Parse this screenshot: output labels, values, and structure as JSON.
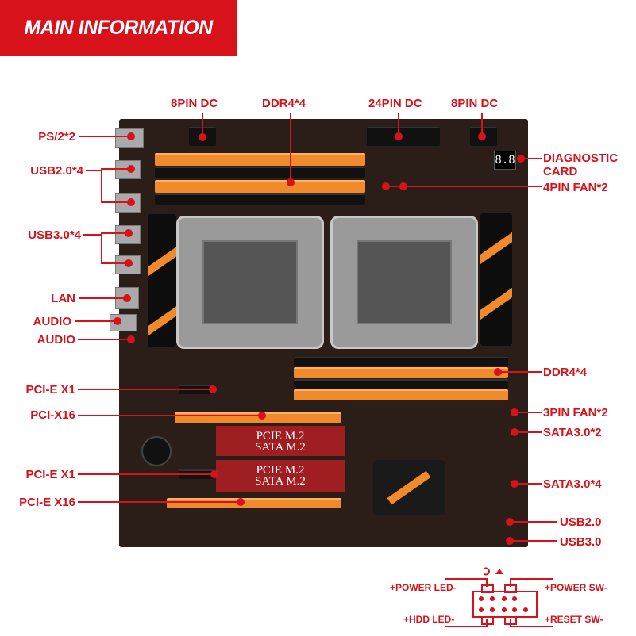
{
  "header": {
    "title": "MAIN INFORMATION"
  },
  "colors": {
    "accent": "#d7121b",
    "board": "#2b1e18",
    "slot_orange": "#f08a2a"
  },
  "labels_top": [
    "8PIN DC",
    "DDR4*4",
    "24PIN DC",
    "8PIN DC"
  ],
  "labels_left": [
    "PS/2*2",
    "USB2.0*4",
    "USB3.0*4",
    "LAN",
    "AUDIO",
    "AUDIO",
    "PCI-E X1",
    "PCI-X16",
    "PCI-E X1",
    "PCI-E X16"
  ],
  "labels_right": [
    "DIAGNOSTIC",
    "CARD",
    "4PIN FAN*2",
    "DDR4*4",
    "3PIN FAN*2",
    "SATA3.0*2",
    "SATA3.0*4",
    "USB2.0",
    "USB3.0"
  ],
  "m2": [
    {
      "line1": "PCIE M.2",
      "line2": "SATA M.2"
    },
    {
      "line1": "PCIE M.2",
      "line2": "SATA M.2"
    }
  ],
  "front_panel": {
    "power_led": "+POWER LED-",
    "power_sw": "+POWER SW-",
    "hdd_led": "+HDD LED-",
    "reset_sw": "+RESET SW-"
  }
}
